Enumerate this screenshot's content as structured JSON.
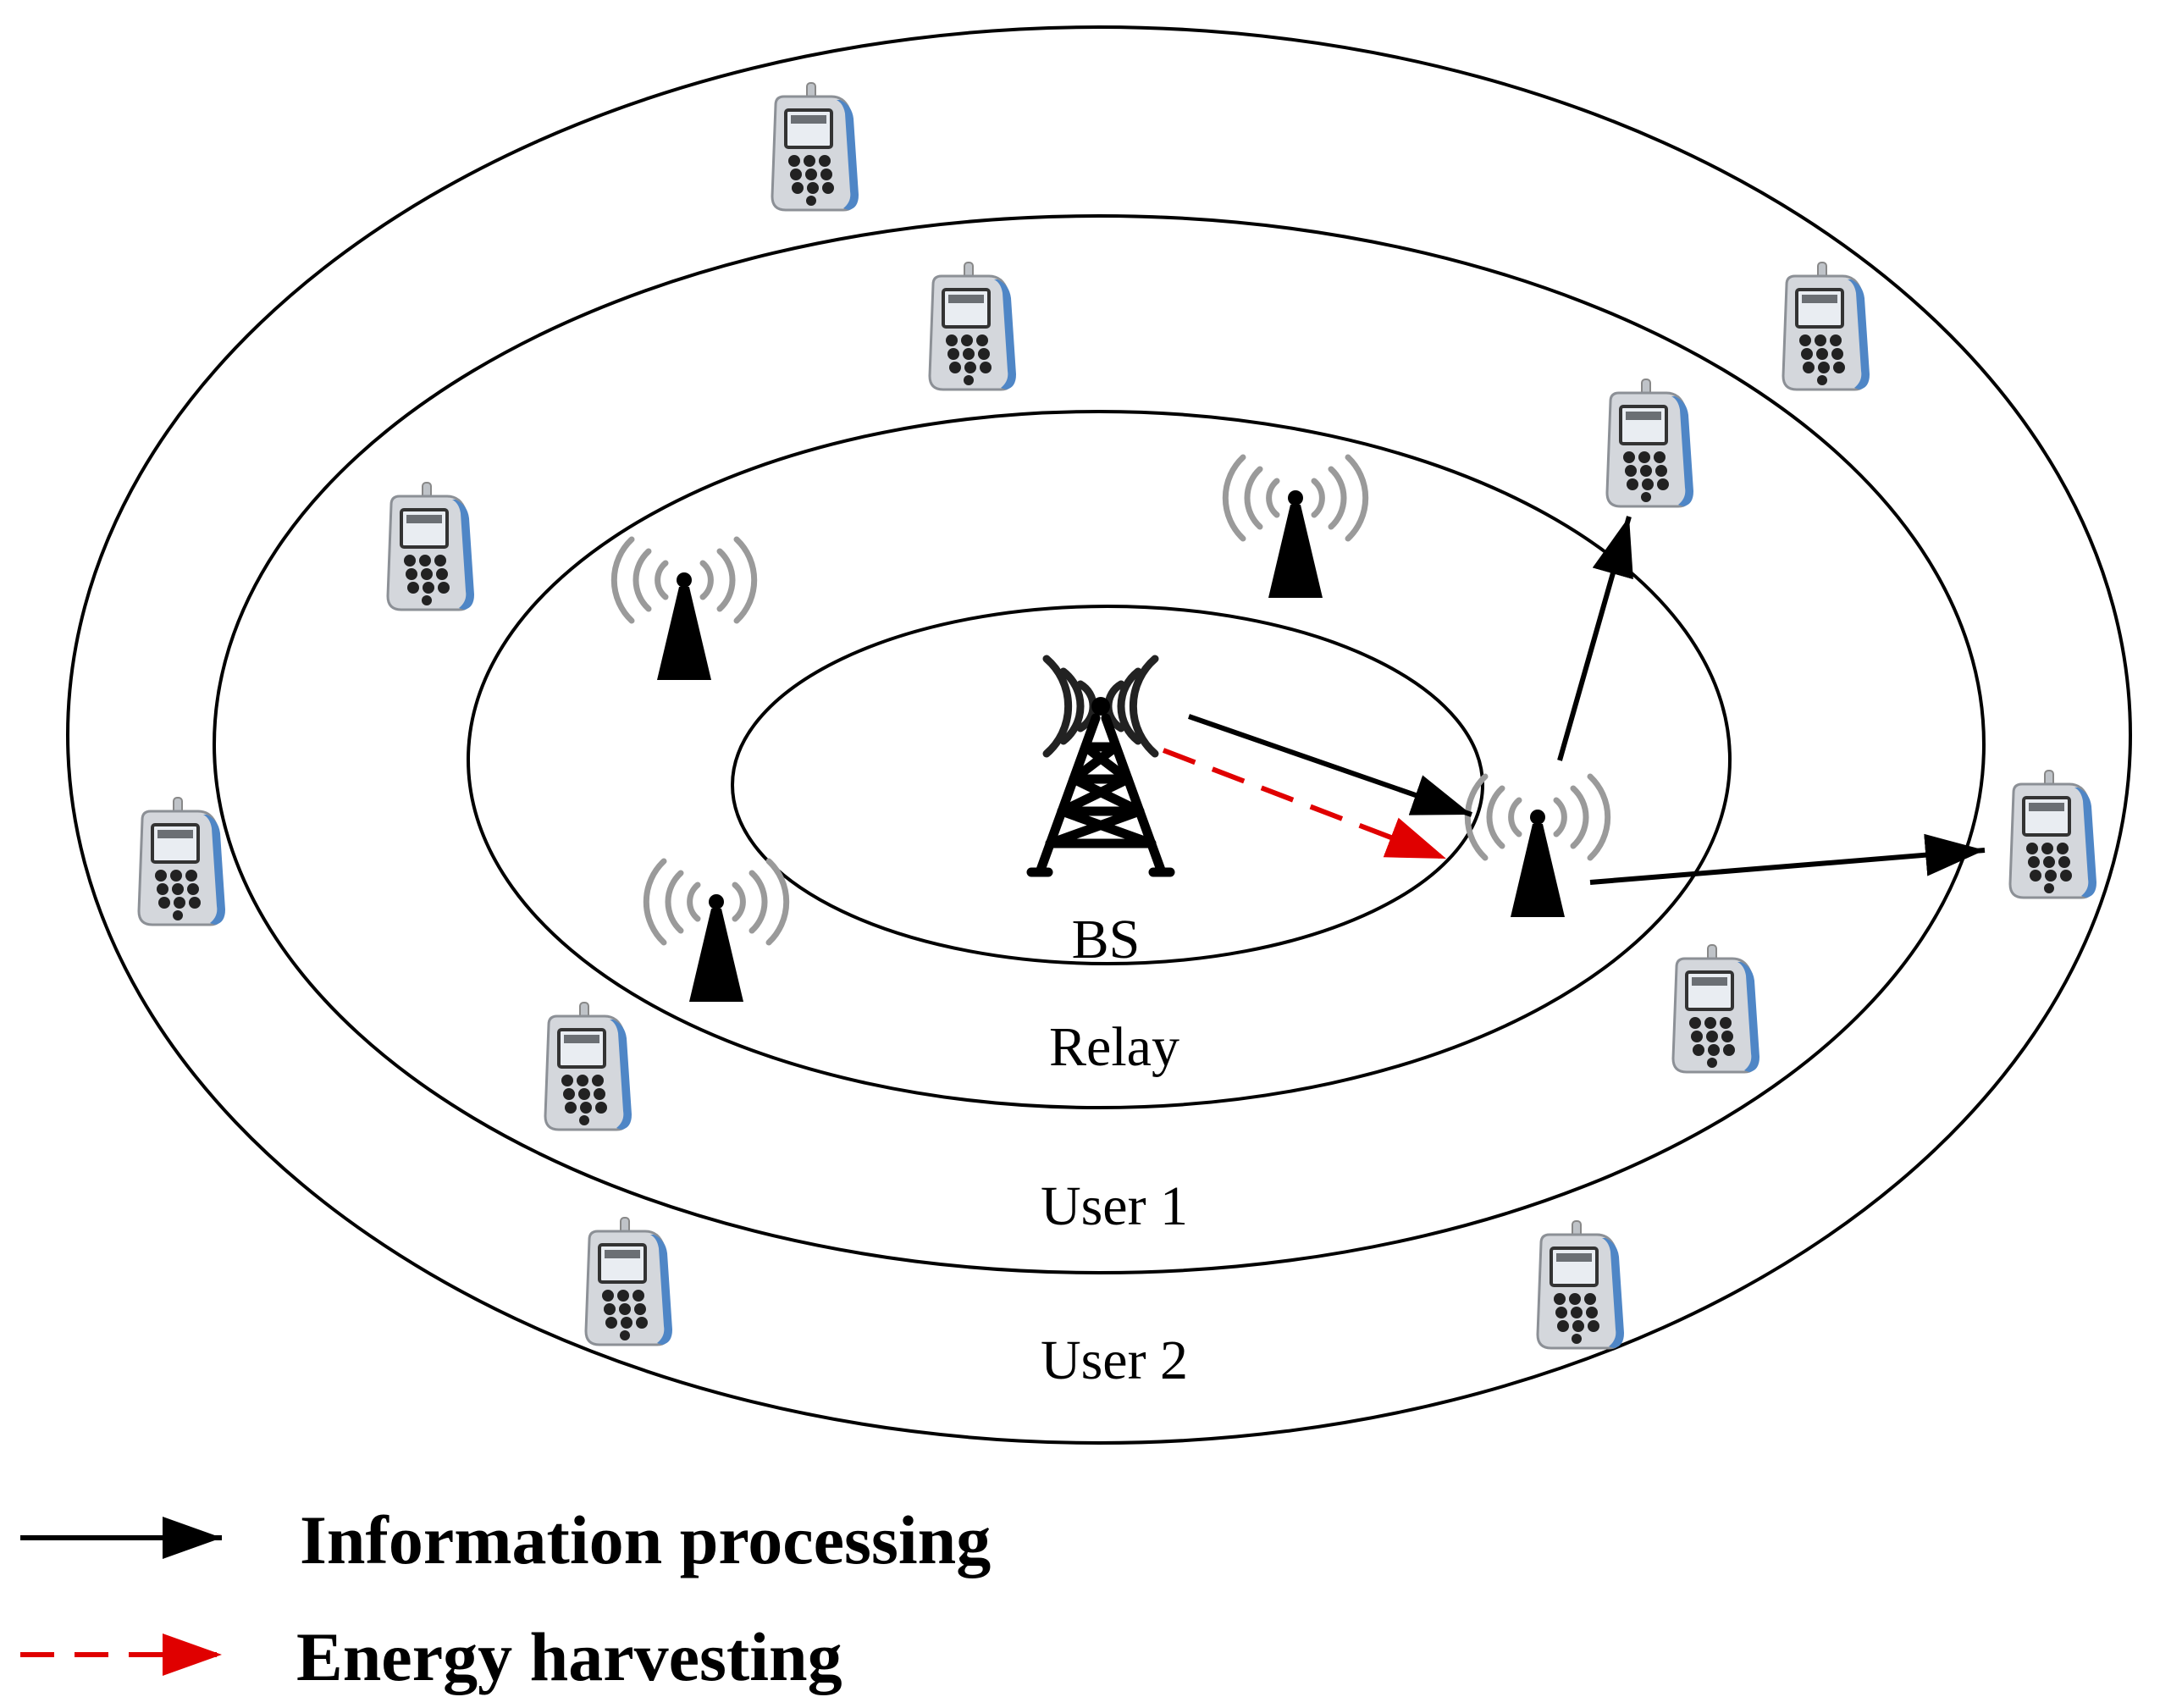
{
  "rings": [
    {
      "name": "BS",
      "label": "BS"
    },
    {
      "name": "Relay",
      "label": "Relay"
    },
    {
      "name": "User 1",
      "label": "User 1"
    },
    {
      "name": "User 2",
      "label": "User 2"
    }
  ],
  "legend": {
    "info": "Information processing",
    "energy": "Energy harvesting"
  },
  "colors": {
    "info": "#000000",
    "energy": "#e00000",
    "phone_body": "#c9ccd1",
    "phone_side": "#4f86c6",
    "wave": "#9a9a9a"
  },
  "icons": [
    "base-station-icon",
    "relay-antenna-icon",
    "mobile-phone-icon"
  ]
}
